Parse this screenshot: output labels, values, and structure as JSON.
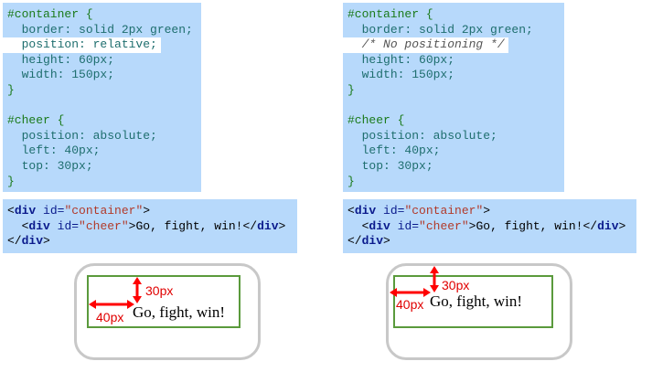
{
  "left": {
    "css": {
      "container_selector": "#container {",
      "border": "border: solid 2px green;",
      "position": "position: relative;",
      "height": "height: 60px;",
      "width": "width: 150px;",
      "close1": "}",
      "cheer_selector": "#cheer {",
      "cheer_position": "position: absolute;",
      "cheer_left": "left: 40px;",
      "cheer_top": "top: 30px;",
      "close2": "}"
    },
    "demo": {
      "cheer_text": "Go, fight, win!",
      "top_label": "30px",
      "left_label": "40px"
    }
  },
  "right": {
    "css": {
      "container_selector": "#container {",
      "border": "border: solid 2px green;",
      "position": "/* No positioning */",
      "height": "height: 60px;",
      "width": "width: 150px;",
      "close1": "}",
      "cheer_selector": "#cheer {",
      "cheer_position": "position: absolute;",
      "cheer_left": "left: 40px;",
      "cheer_top": "top: 30px;",
      "close2": "}"
    },
    "demo": {
      "cheer_text": "Go, fight, win!",
      "top_label": "30px",
      "left_label": "40px"
    }
  },
  "html_code": {
    "open_tag": "div",
    "open_attr": "id=",
    "open_val": "\"container\"",
    "inner_tag": "div",
    "inner_attr": "id=",
    "inner_val": "\"cheer\"",
    "inner_text": "Go, fight, win!",
    "inner_close": "div",
    "close_tag": "div"
  },
  "colors": {
    "code_bg": "#b7d9fb",
    "border_green": "#5a9a3c",
    "arrow_red": "#ff0000",
    "stage_border": "#c8c8c8"
  }
}
